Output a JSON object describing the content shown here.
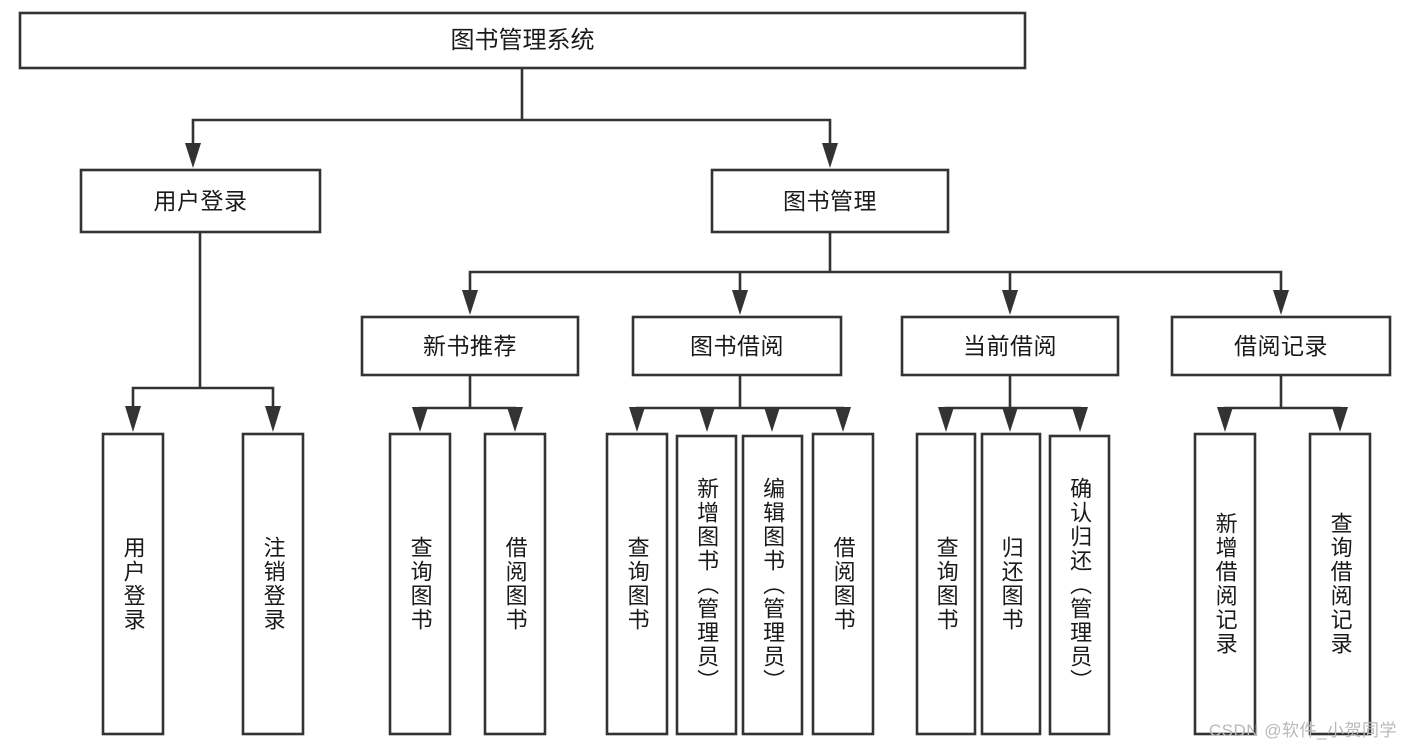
{
  "diagram": {
    "title": "图书管理系统",
    "orientation": "top-down-tree",
    "root": {
      "id": "root",
      "label": "图书管理系统"
    },
    "level2": [
      {
        "id": "user-login",
        "label": "用户登录"
      },
      {
        "id": "book-management",
        "label": "图书管理"
      }
    ],
    "level3": [
      {
        "id": "new-book-recommend",
        "label": "新书推荐"
      },
      {
        "id": "book-borrow",
        "label": "图书借阅"
      },
      {
        "id": "current-borrow",
        "label": "当前借阅"
      },
      {
        "id": "borrow-record",
        "label": "借阅记录"
      }
    ],
    "leaves": {
      "user_login": [
        {
          "id": "leaf-user-login",
          "label": "用户登录"
        },
        {
          "id": "leaf-logout",
          "label": "注销登录"
        }
      ],
      "new_book_recommend": [
        {
          "id": "leaf-query-book-1",
          "label": "查询图书"
        },
        {
          "id": "leaf-borrow-book-1",
          "label": "借阅图书"
        }
      ],
      "book_borrow": [
        {
          "id": "leaf-query-book-2",
          "label": "查询图书"
        },
        {
          "id": "leaf-add-book",
          "label": "新增图书（管理员）"
        },
        {
          "id": "leaf-edit-book",
          "label": "编辑图书（管理员）"
        },
        {
          "id": "leaf-borrow-book-2",
          "label": "借阅图书"
        }
      ],
      "current_borrow": [
        {
          "id": "leaf-query-book-3",
          "label": "查询图书"
        },
        {
          "id": "leaf-return-book",
          "label": "归还图书"
        },
        {
          "id": "leaf-confirm-return",
          "label": "确认归还（管理员）"
        }
      ],
      "borrow_record": [
        {
          "id": "leaf-add-record",
          "label": "新增借阅记录"
        },
        {
          "id": "leaf-query-record",
          "label": "查询借阅记录"
        }
      ]
    }
  },
  "watermark": {
    "text": "CSDN @软件_小贺同学"
  },
  "colors": {
    "box_stroke": "#333333",
    "box_fill": "#ffffff",
    "text": "#1a1a1a",
    "background": "#ffffff",
    "watermark": "#b9b9b9"
  }
}
